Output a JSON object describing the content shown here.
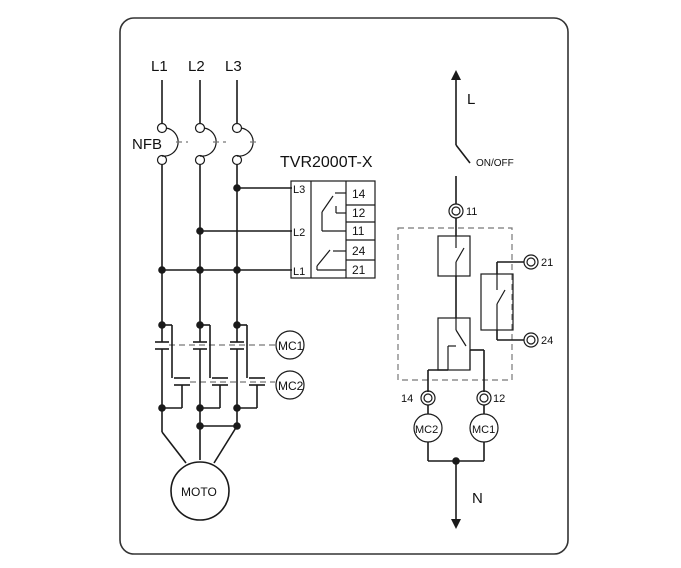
{
  "phases": {
    "l1": "L1",
    "l2": "L2",
    "l3": "L3"
  },
  "breaker_label": "NFB",
  "relay": {
    "title": "TVR2000T-X",
    "inputs": {
      "l3": "L3",
      "l2": "L2",
      "l1": "L1"
    },
    "terminals": {
      "t14": "14",
      "t12": "12",
      "t11": "11",
      "t24": "24",
      "t21": "21"
    }
  },
  "contactors": {
    "mc1": "MC1",
    "mc2": "MC2"
  },
  "motor_label": "MOTO",
  "control": {
    "line_label": "L",
    "switch_label": "ON/OFF",
    "neutral_label": "N",
    "terminals": {
      "t11": "11",
      "t21": "21",
      "t24": "24",
      "t14": "14",
      "t12": "12"
    },
    "coils": {
      "mc2": "MC2",
      "mc1": "MC1"
    }
  }
}
